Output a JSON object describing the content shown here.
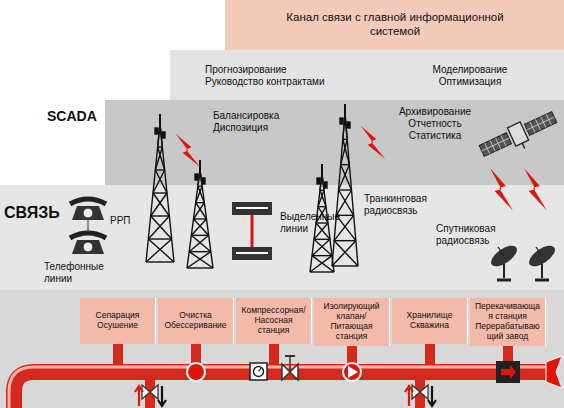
{
  "diagram": {
    "nodes": [
      {
        "text": [
          "Канал связи с главной информационной системой"
        ]
      },
      {
        "text": [
          "Прогнозирование Руководство контрактами",
          "Моделирование Оптимизация"
        ]
      },
      {
        "text": [
          "SCADA",
          "Балансировка Диспозиция",
          "Архивирование Отчетность Статистика"
        ]
      },
      {
        "text": [
          "СВЯЗЬ",
          "Телефонные линии",
          "РРП",
          "Выделенные линии",
          "Транкинговая радиосвязь",
          "Спутниковая радиосвязь"
        ]
      },
      {
        "text": [
          "Сепарация Осушение"
        ]
      },
      {
        "text": [
          "Очистка Обессеривание"
        ]
      },
      {
        "text": [
          "Компрессорная/Насосная станция"
        ]
      },
      {
        "text": [
          "Изолирующий клапан/Питающая станция"
        ]
      },
      {
        "text": [
          "Хранилище Скважина"
        ]
      },
      {
        "text": [
          "Перекачивающая станция Перерабатывающий завод"
        ]
      }
    ]
  }
}
